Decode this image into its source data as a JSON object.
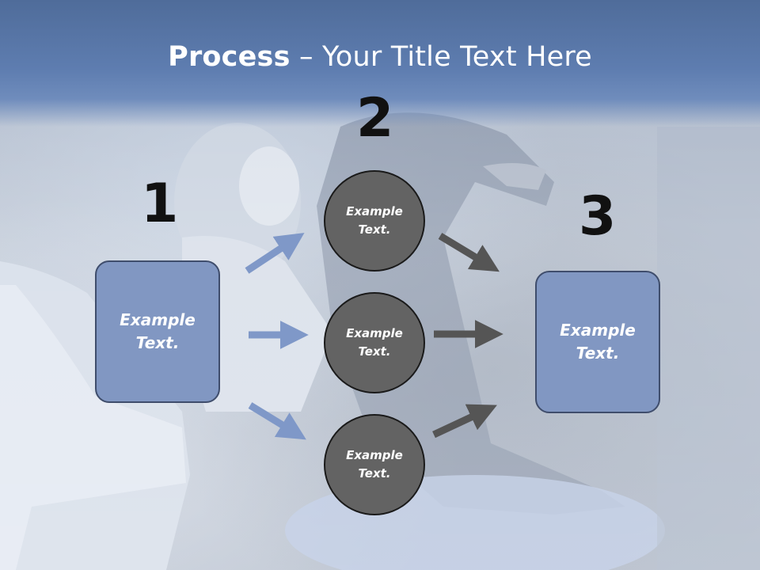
{
  "title": {
    "bold": "Process",
    "rest": " – Your Title Text Here"
  },
  "steps": {
    "one": "1",
    "two": "2",
    "three": "3"
  },
  "left_box": {
    "text": "Example\nText."
  },
  "right_box": {
    "text": "Example\nText."
  },
  "circles": [
    {
      "text": "Example\nText."
    },
    {
      "text": "Example\nText."
    },
    {
      "text": "Example\nText."
    }
  ],
  "colors": {
    "title_bar": "#5e7db0",
    "box_fill": "#8197c2",
    "circle_fill": "#636363",
    "arrow_blue": "#7f98c8",
    "arrow_gray": "#555555"
  }
}
